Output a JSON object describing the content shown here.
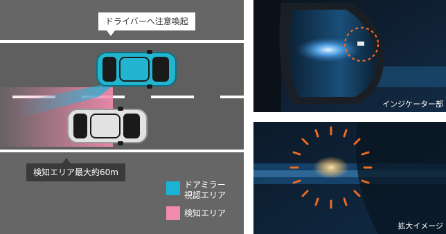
{
  "diagram": {
    "callout_warning": "ドライバーへ注意喚起",
    "callout_range": "検知エリア最大約60m",
    "legend": [
      {
        "label_line1": "ドアミラー",
        "label_line2": "視認エリア",
        "color": "#1ab3d4"
      },
      {
        "label_line1": "検知エリア",
        "label_line2": "",
        "color": "#f08aae"
      }
    ],
    "car_front_color": "#22b5cf",
    "car_rear_color": "#e2e2e2"
  },
  "photos": [
    {
      "caption": "インジケーター部"
    },
    {
      "caption": "拡大イメージ"
    }
  ],
  "colors": {
    "indicator_orange": "#f26a21"
  }
}
